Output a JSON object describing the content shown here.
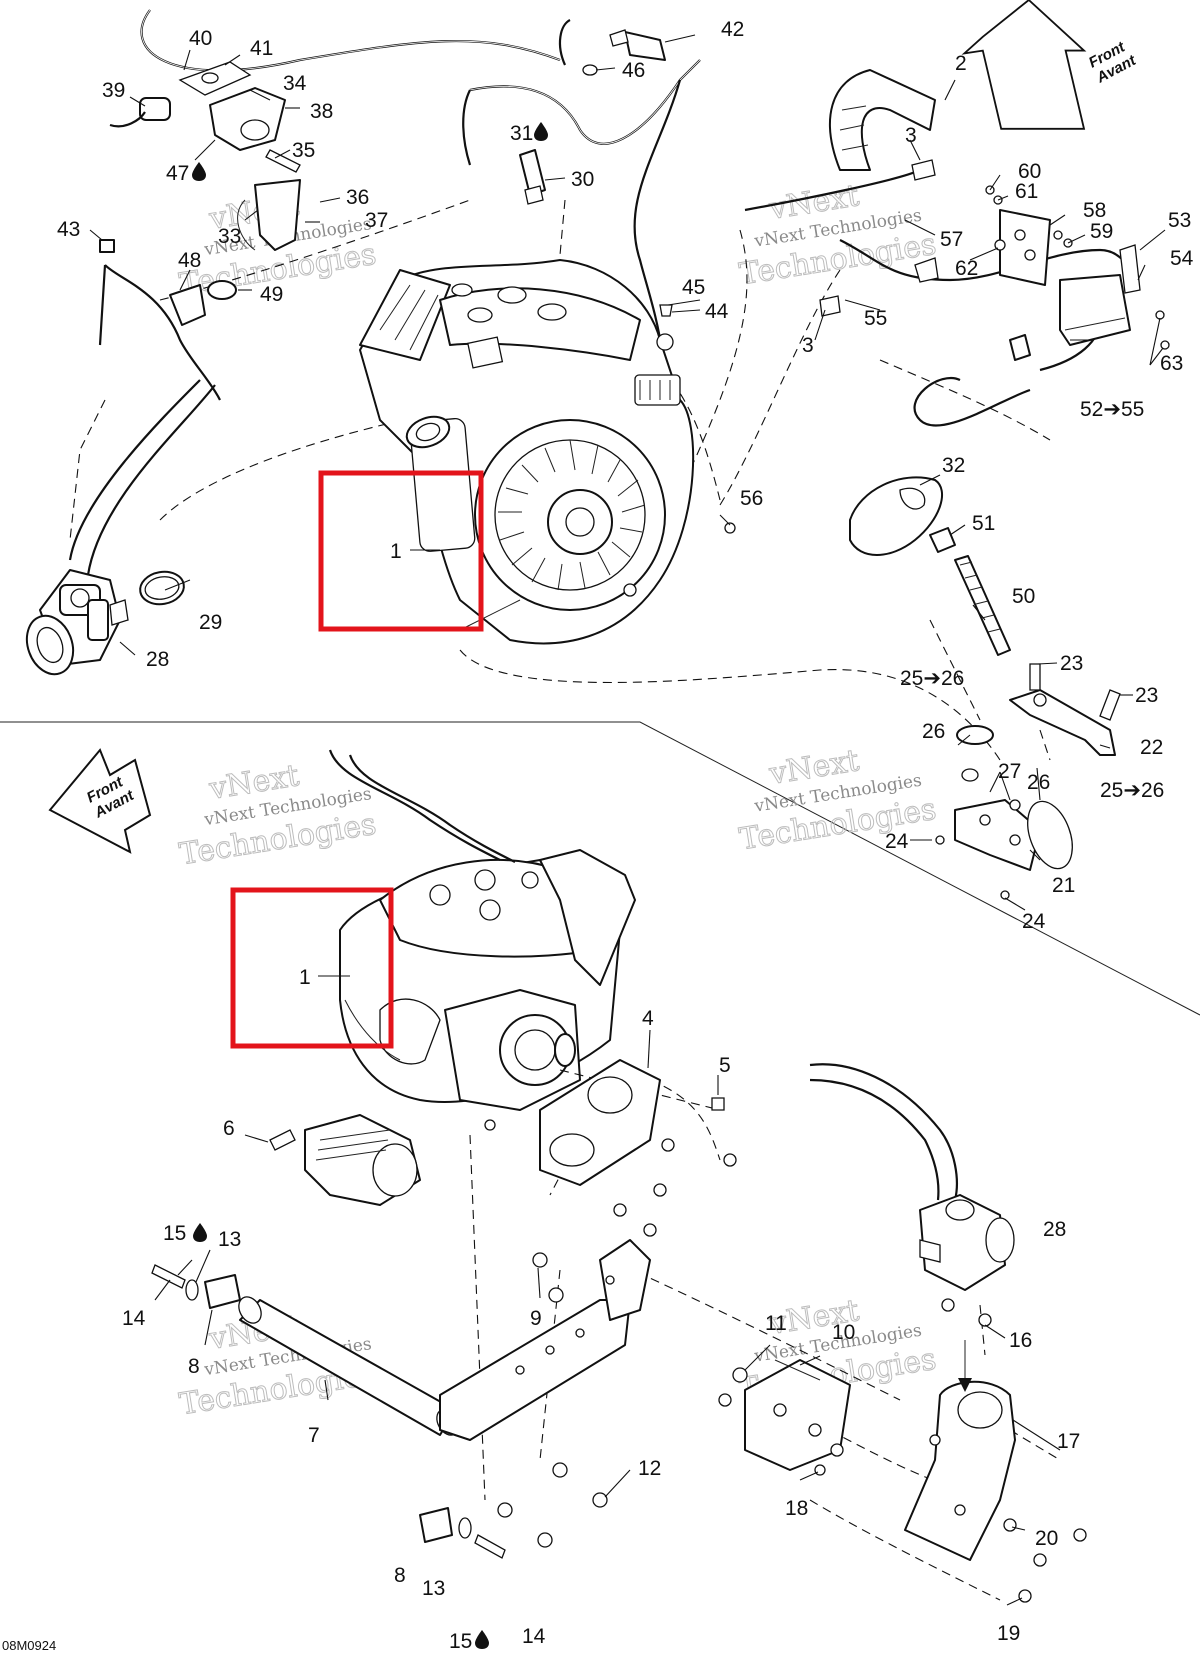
{
  "diagram": {
    "reference_code": "08M0924",
    "direction_arrow": {
      "line1": "Front",
      "line2": "Avant"
    },
    "watermark": {
      "line1": "vNext",
      "line2": "vNext Technologies",
      "line3": "Technologies"
    },
    "callouts": [
      "1",
      "2",
      "3",
      "4",
      "5",
      "6",
      "7",
      "8",
      "9",
      "10",
      "11",
      "12",
      "13",
      "14",
      "15",
      "16",
      "17",
      "18",
      "19",
      "20",
      "21",
      "22",
      "23",
      "24",
      "25➔26",
      "26",
      "27",
      "28",
      "29",
      "30",
      "31",
      "33",
      "34",
      "35",
      "36",
      "37",
      "38",
      "39",
      "40",
      "41",
      "42",
      "43",
      "44",
      "45",
      "46",
      "47",
      "48",
      "49",
      "50",
      "51",
      "52➔55",
      "53",
      "54",
      "55",
      "56",
      "57",
      "58",
      "59",
      "60",
      "61",
      "62",
      "63",
      "32"
    ],
    "highlight_color": "#e3141b",
    "icons": {
      "oil_drop": "oil-drop-icon",
      "arrow": "front-arrow-icon"
    }
  }
}
